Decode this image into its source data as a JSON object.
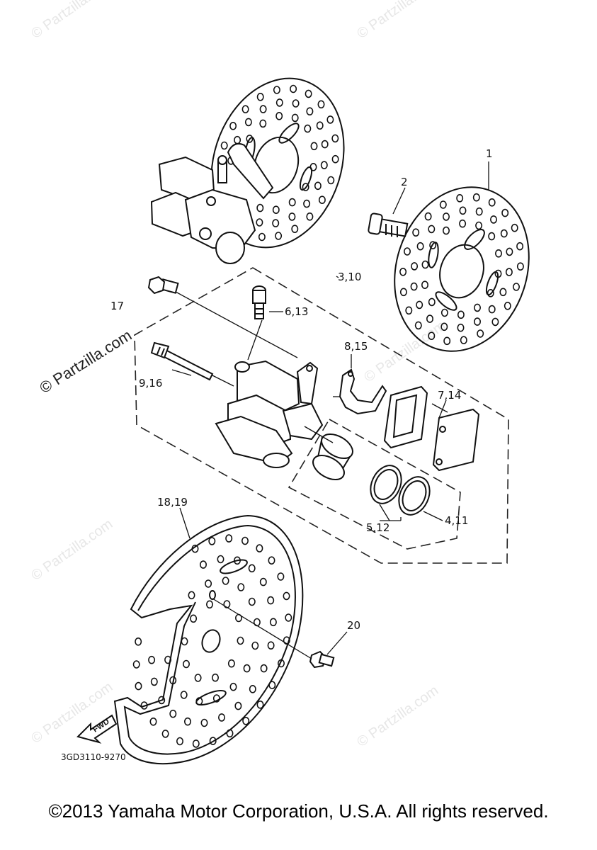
{
  "diagram": {
    "callouts": [
      {
        "id": "c1",
        "text": "1"
      },
      {
        "id": "c2",
        "text": "2"
      },
      {
        "id": "c3",
        "text": "3,10"
      },
      {
        "id": "c4",
        "text": "4,11"
      },
      {
        "id": "c5",
        "text": "5,12"
      },
      {
        "id": "c6",
        "text": "6,13"
      },
      {
        "id": "c7",
        "text": "7,14"
      },
      {
        "id": "c8",
        "text": "8,15"
      },
      {
        "id": "c9",
        "text": "9,16"
      },
      {
        "id": "c17",
        "text": "17"
      },
      {
        "id": "c18",
        "text": "18,19"
      },
      {
        "id": "c20",
        "text": "20"
      }
    ],
    "fwd_label": "FWD",
    "drawing_code": "3GD3110-9270"
  },
  "watermark": {
    "main": "© Partzilla.com",
    "faint": "© Partzilla.com"
  },
  "footer": {
    "copyright": "©2013 Yamaha Motor Corporation, U.S.A. All rights reserved."
  }
}
